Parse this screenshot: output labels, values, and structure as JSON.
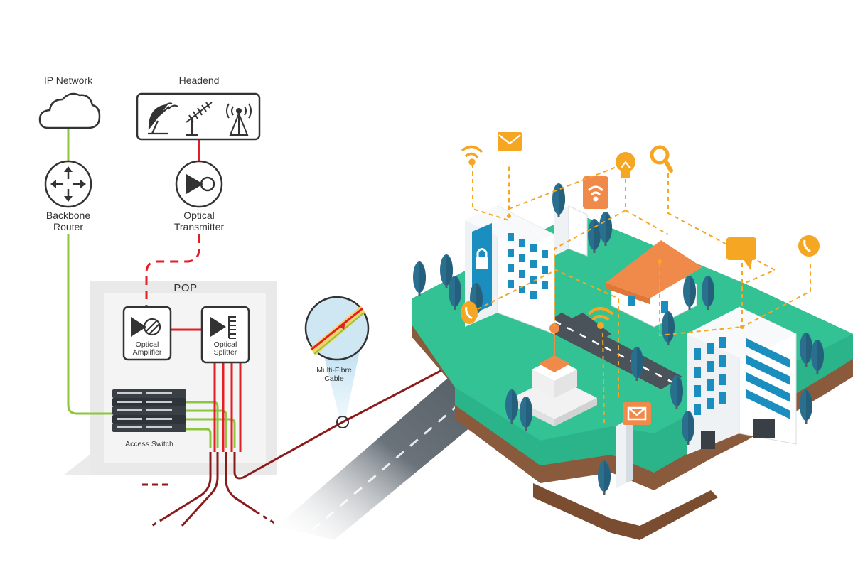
{
  "labels": {
    "ip_network": "IP Network",
    "headend": "Headend",
    "backbone_router": [
      "Backbone",
      "Router"
    ],
    "optical_transmitter": [
      "Optical",
      "Transmitter"
    ],
    "pop": "POP",
    "optical_amplifier": [
      "Optical",
      "Amplifier"
    ],
    "optical_splitter": [
      "Optical",
      "Splitter"
    ],
    "access_switch": "Access Switch",
    "multi_fibre_cable": [
      "Multi-Fibre",
      "Cable"
    ]
  },
  "icons": {
    "cloud": "cloud-icon",
    "satellite_dish": "satellite-dish-icon",
    "yagi_antenna": "yagi-antenna-icon",
    "radio_tower": "radio-tower-icon",
    "router": "router-arrows-icon",
    "transmitter": "optical-transmitter-icon",
    "amplifier": "optical-amplifier-icon",
    "splitter": "optical-splitter-icon",
    "lock": "lock-icon",
    "wifi": "wifi-icon",
    "mail": "mail-icon",
    "bulb": "lightbulb-icon",
    "search": "search-icon",
    "chat": "chat-bubble-icon",
    "phone": "phone-icon"
  },
  "colors": {
    "ip_link": "#8cc63f",
    "optical_link": "#e31e24",
    "fibre_drop": "#8b1a1a",
    "iot_link": "#f5a623",
    "grass": "#2bb38a",
    "soil": "#8a5a3c",
    "building_glass": "#1a8fbf",
    "tree": "#2b6f8f",
    "roof": "#f08a4b",
    "road": "#4a525a"
  }
}
